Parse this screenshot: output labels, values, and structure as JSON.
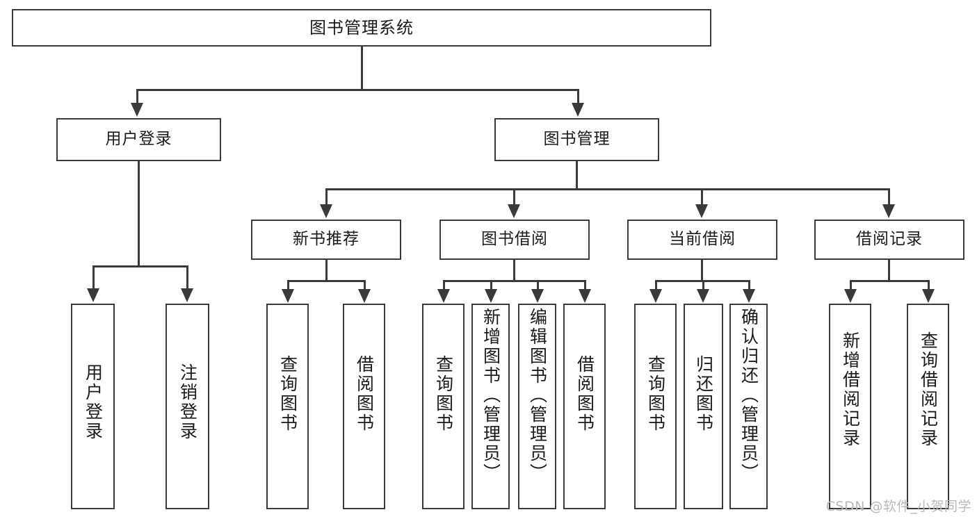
{
  "diagram": {
    "title": "图书管理系统",
    "type": "tree-hierarchy",
    "root": {
      "label": "图书管理系统"
    },
    "level2": [
      {
        "key": "user-login",
        "label": "用户登录"
      },
      {
        "key": "book-manage",
        "label": "图书管理"
      }
    ],
    "level3": [
      {
        "key": "new-book-recommend",
        "label": "新书推荐"
      },
      {
        "key": "book-borrow",
        "label": "图书借阅"
      },
      {
        "key": "current-borrow",
        "label": "当前借阅"
      },
      {
        "key": "borrow-record",
        "label": "借阅记录"
      }
    ],
    "leaves": {
      "user_login": [
        {
          "key": "leaf-user-login",
          "label": "用户登录"
        },
        {
          "key": "leaf-user-logout",
          "label": "注销登录"
        }
      ],
      "new_book_recommend": [
        {
          "key": "leaf-query-book-1",
          "label": "查询图书"
        },
        {
          "key": "leaf-borrow-book-1",
          "label": "借阅图书"
        }
      ],
      "book_borrow": [
        {
          "key": "leaf-query-book-2",
          "label": "查询图书"
        },
        {
          "key": "leaf-add-book",
          "label": "新增图书（管理员）"
        },
        {
          "key": "leaf-edit-book",
          "label": "编辑图书（管理员）"
        },
        {
          "key": "leaf-borrow-book-2",
          "label": "借阅图书"
        }
      ],
      "current_borrow": [
        {
          "key": "leaf-query-book-3",
          "label": "查询图书"
        },
        {
          "key": "leaf-return-book",
          "label": "归还图书"
        },
        {
          "key": "leaf-confirm-return",
          "label": "确认归还（管理员）"
        }
      ],
      "borrow_record": [
        {
          "key": "leaf-add-record",
          "label": "新增借阅记录"
        },
        {
          "key": "leaf-query-record",
          "label": "查询借阅记录"
        }
      ]
    }
  },
  "watermark": {
    "text": "CSDN @软件_小贺同学"
  },
  "colors": {
    "stroke": "#3a3a3a",
    "fill": "#ffffff",
    "text": "#1a1a1a",
    "watermark": "#b9b9b9"
  }
}
